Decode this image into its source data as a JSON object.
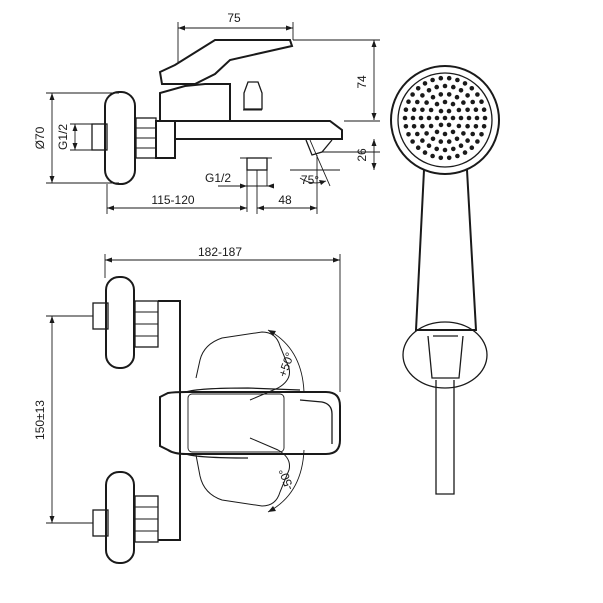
{
  "colors": {
    "line": "#1a1a1a",
    "background": "#ffffff"
  },
  "top_view": {
    "dim_width_top": "75",
    "dim_height_right": "74",
    "dim_spout_height": "26",
    "dim_spout_angle": "75°",
    "dim_outlet_thread": "G1/2",
    "dim_flange_diameter": "Ø70",
    "dim_inlet_thread": "G1/2",
    "dim_depth": "115-120",
    "dim_spout_offset": "48"
  },
  "front_view": {
    "dim_overall_width": "182-187",
    "dim_inlet_spacing": "150±13",
    "dim_lever_up": "+50°",
    "dim_lever_down": "-50°"
  }
}
